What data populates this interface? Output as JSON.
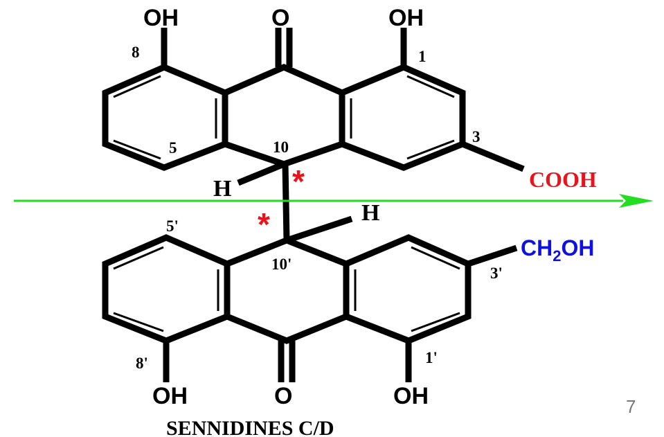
{
  "diagram": {
    "title": "SENNIDINES C/D",
    "atoms": {
      "top_oh_left": "OH",
      "top_o": "O",
      "top_oh_right": "OH",
      "top_h": "H",
      "top_cooh": "COOH",
      "bot_h": "H",
      "bot_oh_left": "OH",
      "bot_o": "O",
      "bot_oh_right": "OH",
      "ch2oh_prefix": "CH",
      "ch2oh_sub": "2",
      "ch2oh_suffix": "OH"
    },
    "locants": {
      "top_8": "8",
      "top_1": "1",
      "top_3": "3",
      "top_5": "5",
      "top_10": "10",
      "bot_5p": "5'",
      "bot_10p": "10'",
      "bot_3p": "3'",
      "bot_8p": "8'",
      "bot_1p": "1'"
    },
    "chiral_marks": [
      "*",
      "*"
    ],
    "colors": {
      "cooh": "#e8141c",
      "ch2oh": "#1010e0",
      "chiral": "#e8141c",
      "axis_arrow": "#22dd22"
    }
  },
  "page_number": "7"
}
